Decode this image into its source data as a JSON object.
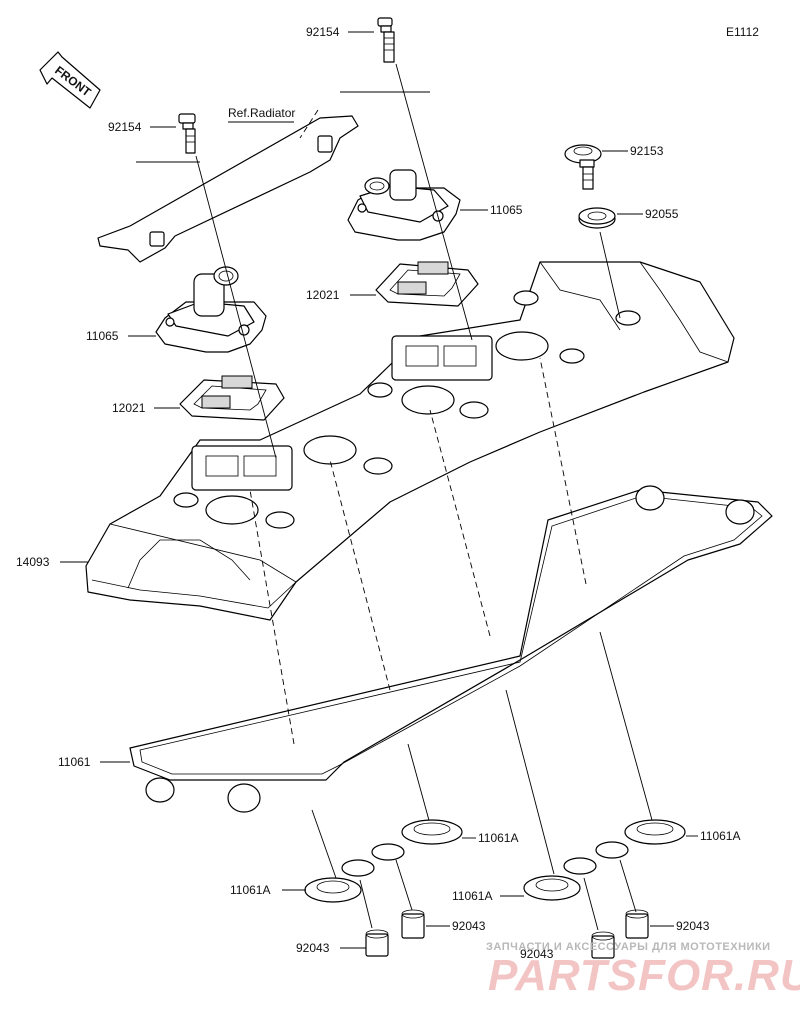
{
  "diagram_code": "E1112",
  "front_label": "FRONT",
  "ref_label": "Ref.Radiator",
  "parts": {
    "bolt_upper": "92154",
    "bolt_left": "92154",
    "bolt_right": "92153",
    "washer": "92055",
    "breather_right": "11065",
    "breather_left": "11065",
    "plate_right": "12021",
    "plate_left": "12021",
    "head_cover": "14093",
    "gasket": "11061",
    "plug_gasket_1": "11061A",
    "plug_gasket_2": "11061A",
    "plug_gasket_3": "11061A",
    "plug_gasket_4": "11061A",
    "spacer_1": "92043",
    "spacer_2": "92043",
    "spacer_3": "92043",
    "spacer_4": "92043"
  },
  "watermark": {
    "tagline": "ЗАПЧАСТИ И АКСЕССУАРЫ ДЛЯ МОТОТЕХНИКИ",
    "brand": "PARTSFOR.RU"
  }
}
